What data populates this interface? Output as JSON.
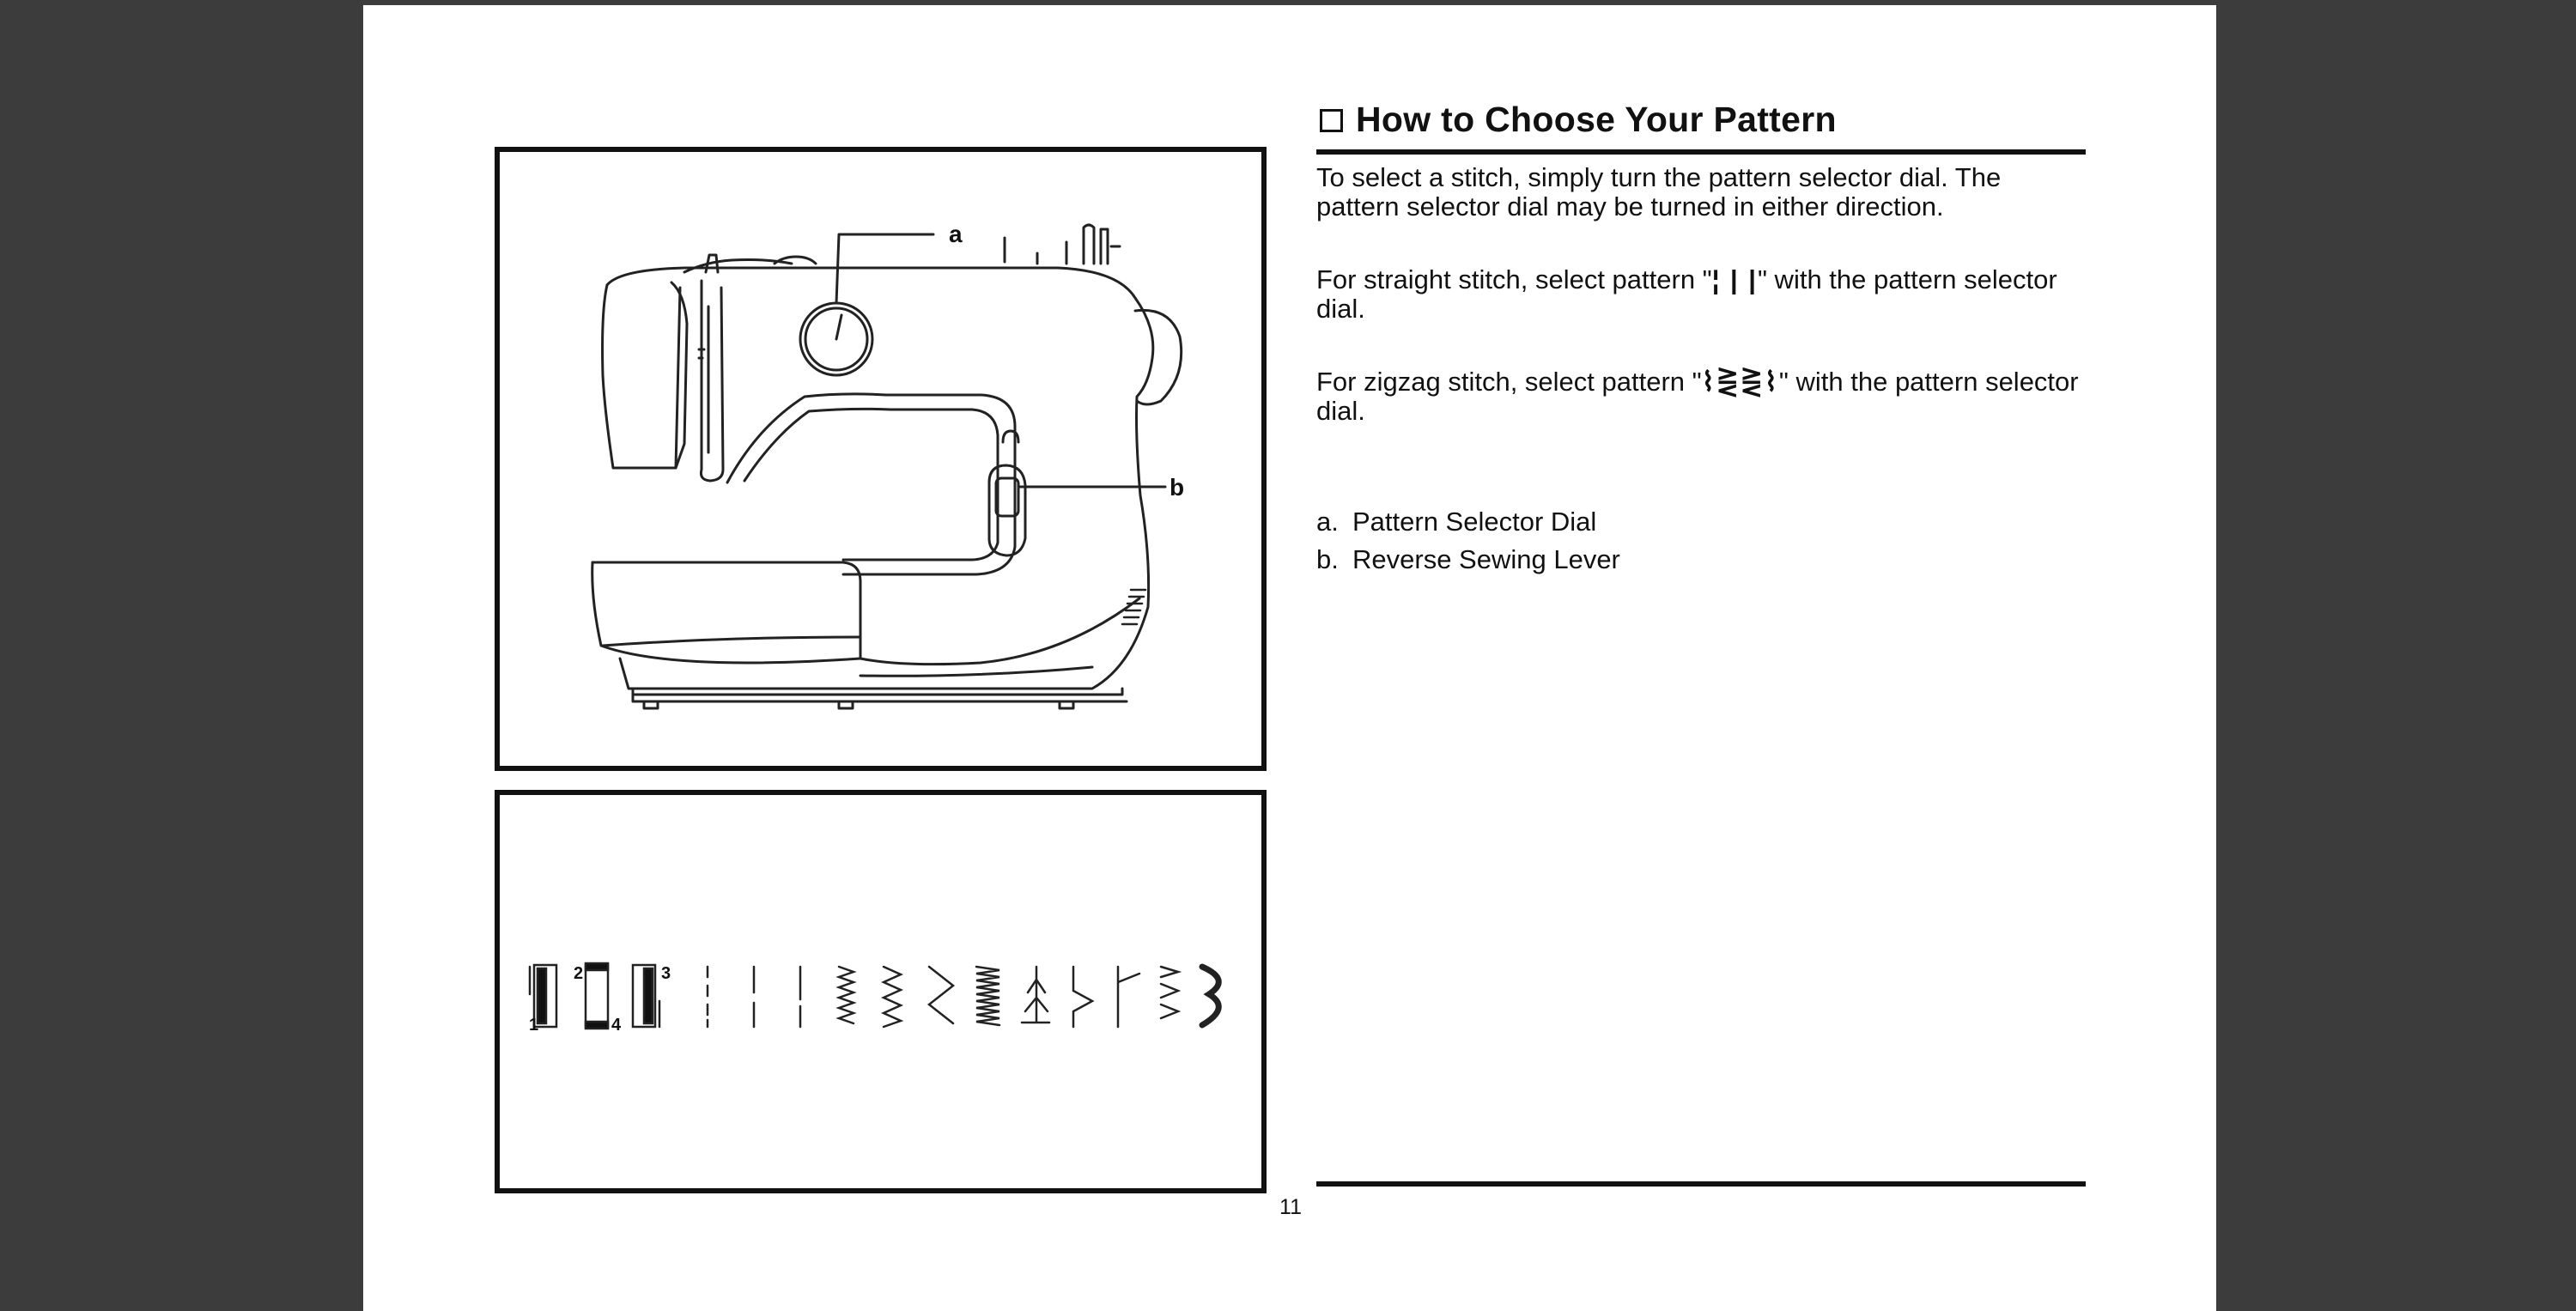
{
  "heading": {
    "title": "How to Choose Your Pattern"
  },
  "paragraphs": {
    "p1": "To select a stitch, simply turn the pattern selector dial. The pattern selector dial may be turned in either direction.",
    "p2_before": "For straight stitch, select pattern \"",
    "p2_symbol": "¦ | |",
    "p2_after": "\" with the pattern selector dial.",
    "p3_before": "For zigzag stitch, select pattern \"",
    "p3_symbol": "⌇⋛⋛⌇",
    "p3_after": "\" with the pattern selector dial."
  },
  "legend": {
    "a_letter": "a.",
    "a_text": "Pattern Selector Dial",
    "b_letter": "b.",
    "b_text": "Reverse Sewing Lever"
  },
  "diagram": {
    "callout_a": "a",
    "callout_b": "b",
    "buttonhole_numbers": [
      "1",
      "2",
      "3",
      "4"
    ]
  },
  "page_number": "11",
  "colors": {
    "background": "#3c3c3c",
    "page": "#ffffff",
    "ink": "#111111"
  }
}
